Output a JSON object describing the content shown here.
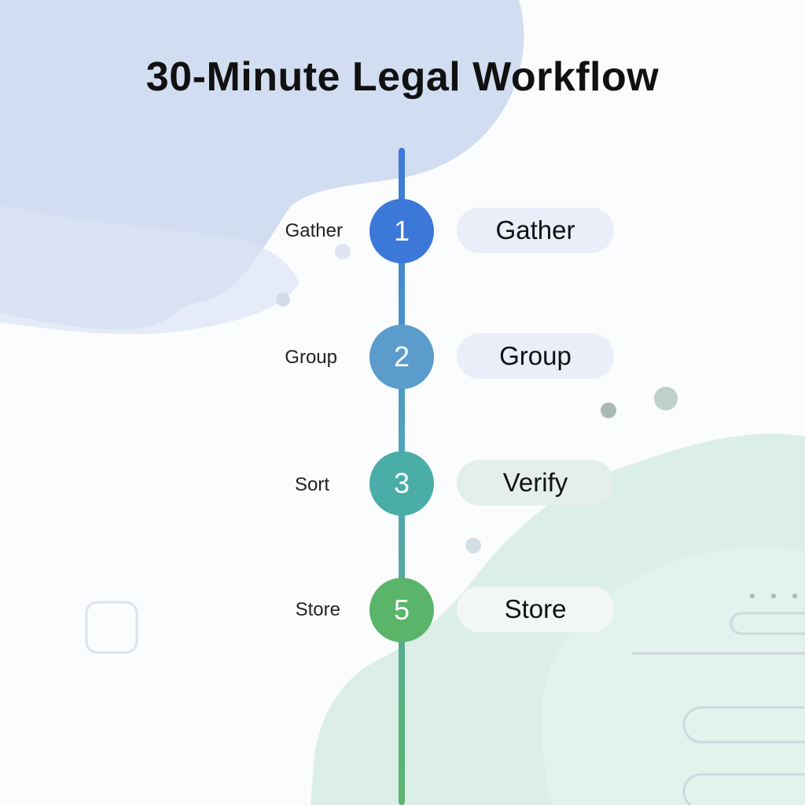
{
  "title": "30-Minute Legal Workflow",
  "colors": {
    "wash_blue": "#c9d8f0",
    "wash_green": "#d4e9e2",
    "line_top": "#3b78d8",
    "line_bottom": "#5ab56b",
    "pill_blue": "#e8eef9",
    "pill_green": "#e6f1ec",
    "pill_white": "#f4f6f8"
  },
  "steps": [
    {
      "number": "1",
      "left_label": "Gather",
      "pill_label": "Gather",
      "color": "#3b78d8",
      "pill_color": "#e9eef9"
    },
    {
      "number": "2",
      "left_label": "Group",
      "pill_label": "Group",
      "color": "#5b9ccc",
      "pill_color": "#e9eef9"
    },
    {
      "number": "3",
      "left_label": "Sort",
      "pill_label": "Verify",
      "color": "#4aada8",
      "pill_color": "#e4efec"
    },
    {
      "number": "5",
      "left_label": "Store",
      "pill_label": "Store",
      "color": "#5ab56b",
      "pill_color": "#f3f6f6"
    }
  ]
}
